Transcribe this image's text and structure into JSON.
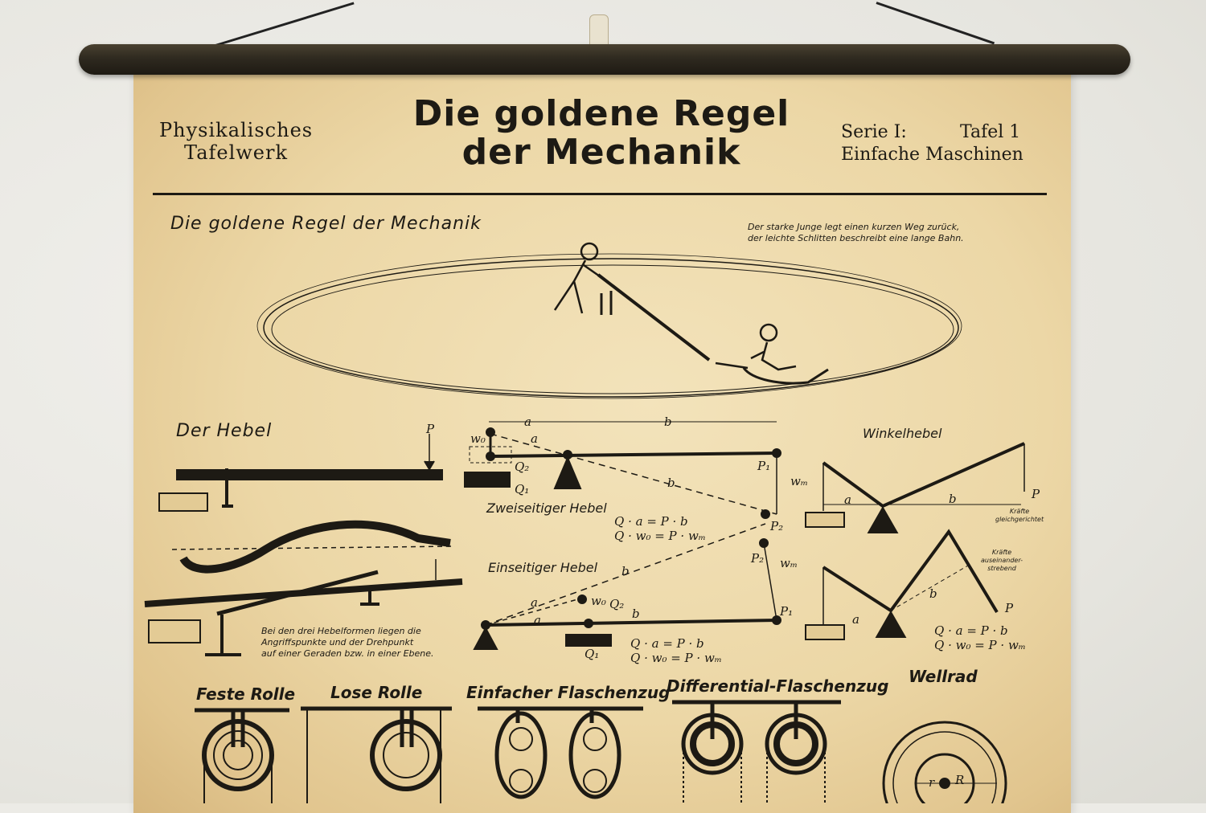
{
  "header": {
    "left_line1": "Physikalisches",
    "left_line2": "Tafelwerk",
    "title_line1": "Die goldene Regel",
    "title_line2": "der Mechanik",
    "series_label": "Serie I:",
    "tafel_label": "Tafel 1",
    "category": "Einfache Maschinen"
  },
  "top_section": {
    "heading": "Die goldene Regel der Mechanik",
    "caption_line1": "Der starke Junge legt einen kurzen Weg zurück,",
    "caption_line2": "der leichte Schlitten beschreibt eine lange Bahn."
  },
  "lever_section": {
    "heading": "Der Hebel",
    "note_line1": "Bei den drei Hebelformen liegen die",
    "note_line2": "Angriffspunkte und der Drehpunkt",
    "note_line3": "auf einer Geraden bzw. in einer Ebene.",
    "two_sided": "Zweiseitiger Hebel",
    "one_sided": "Einseitiger Hebel",
    "formula1": "Q · a = P · b",
    "formula2": "Q · w₀ = P · wₘ"
  },
  "angle_lever": {
    "heading": "Winkelhebel",
    "note_parallel_line1": "Kräfte",
    "note_parallel_line2": "gleichgerichtet",
    "note_diverge_line1": "Kräfte",
    "note_diverge_line2": "auseinander-",
    "note_diverge_line3": "strebend",
    "formula1": "Q · a = P · b",
    "formula2": "Q · w₀ = P · wₘ"
  },
  "pulleys": {
    "fixed": "Feste Rolle",
    "loose": "Lose Rolle",
    "block": "Einfacher Flaschenzug",
    "differential": "Differential-Flaschenzug",
    "wheel_axle": "Wellrad"
  },
  "labels": {
    "a": "a",
    "b": "b",
    "P": "P",
    "Q": "Q",
    "P1": "P₁",
    "P2": "P₂",
    "Q1": "Q₁",
    "Q2": "Q₂",
    "w0": "w₀",
    "wm": "wₘ",
    "r": "r",
    "R": "R"
  },
  "colors": {
    "ink": "#1d1a14",
    "paper": "#ecd7a6",
    "rod": "#2f2a20"
  }
}
